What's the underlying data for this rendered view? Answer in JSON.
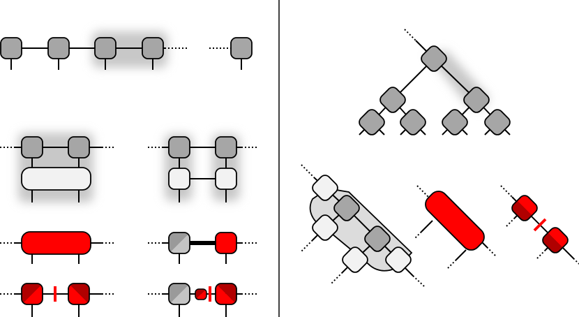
{
  "colors": {
    "background": "#ffffff",
    "line": "#000000",
    "tensor_gray": "#a6a6a6",
    "tensor_white": "#f2f2f2",
    "env_gray": "#dcdcdc",
    "red": "#ff0000",
    "dark_red": "#b00000",
    "halo": "#c8c8c8"
  },
  "panels": {
    "left": {
      "mps_chain": {
        "sites": 5
      },
      "overlap": {
        "bra_sites": 2
      },
      "red_contractions": {
        "rows": 2
      }
    },
    "right": {
      "tree": {
        "levels": 3
      },
      "rotated_networks": {
        "count": 3
      }
    }
  }
}
